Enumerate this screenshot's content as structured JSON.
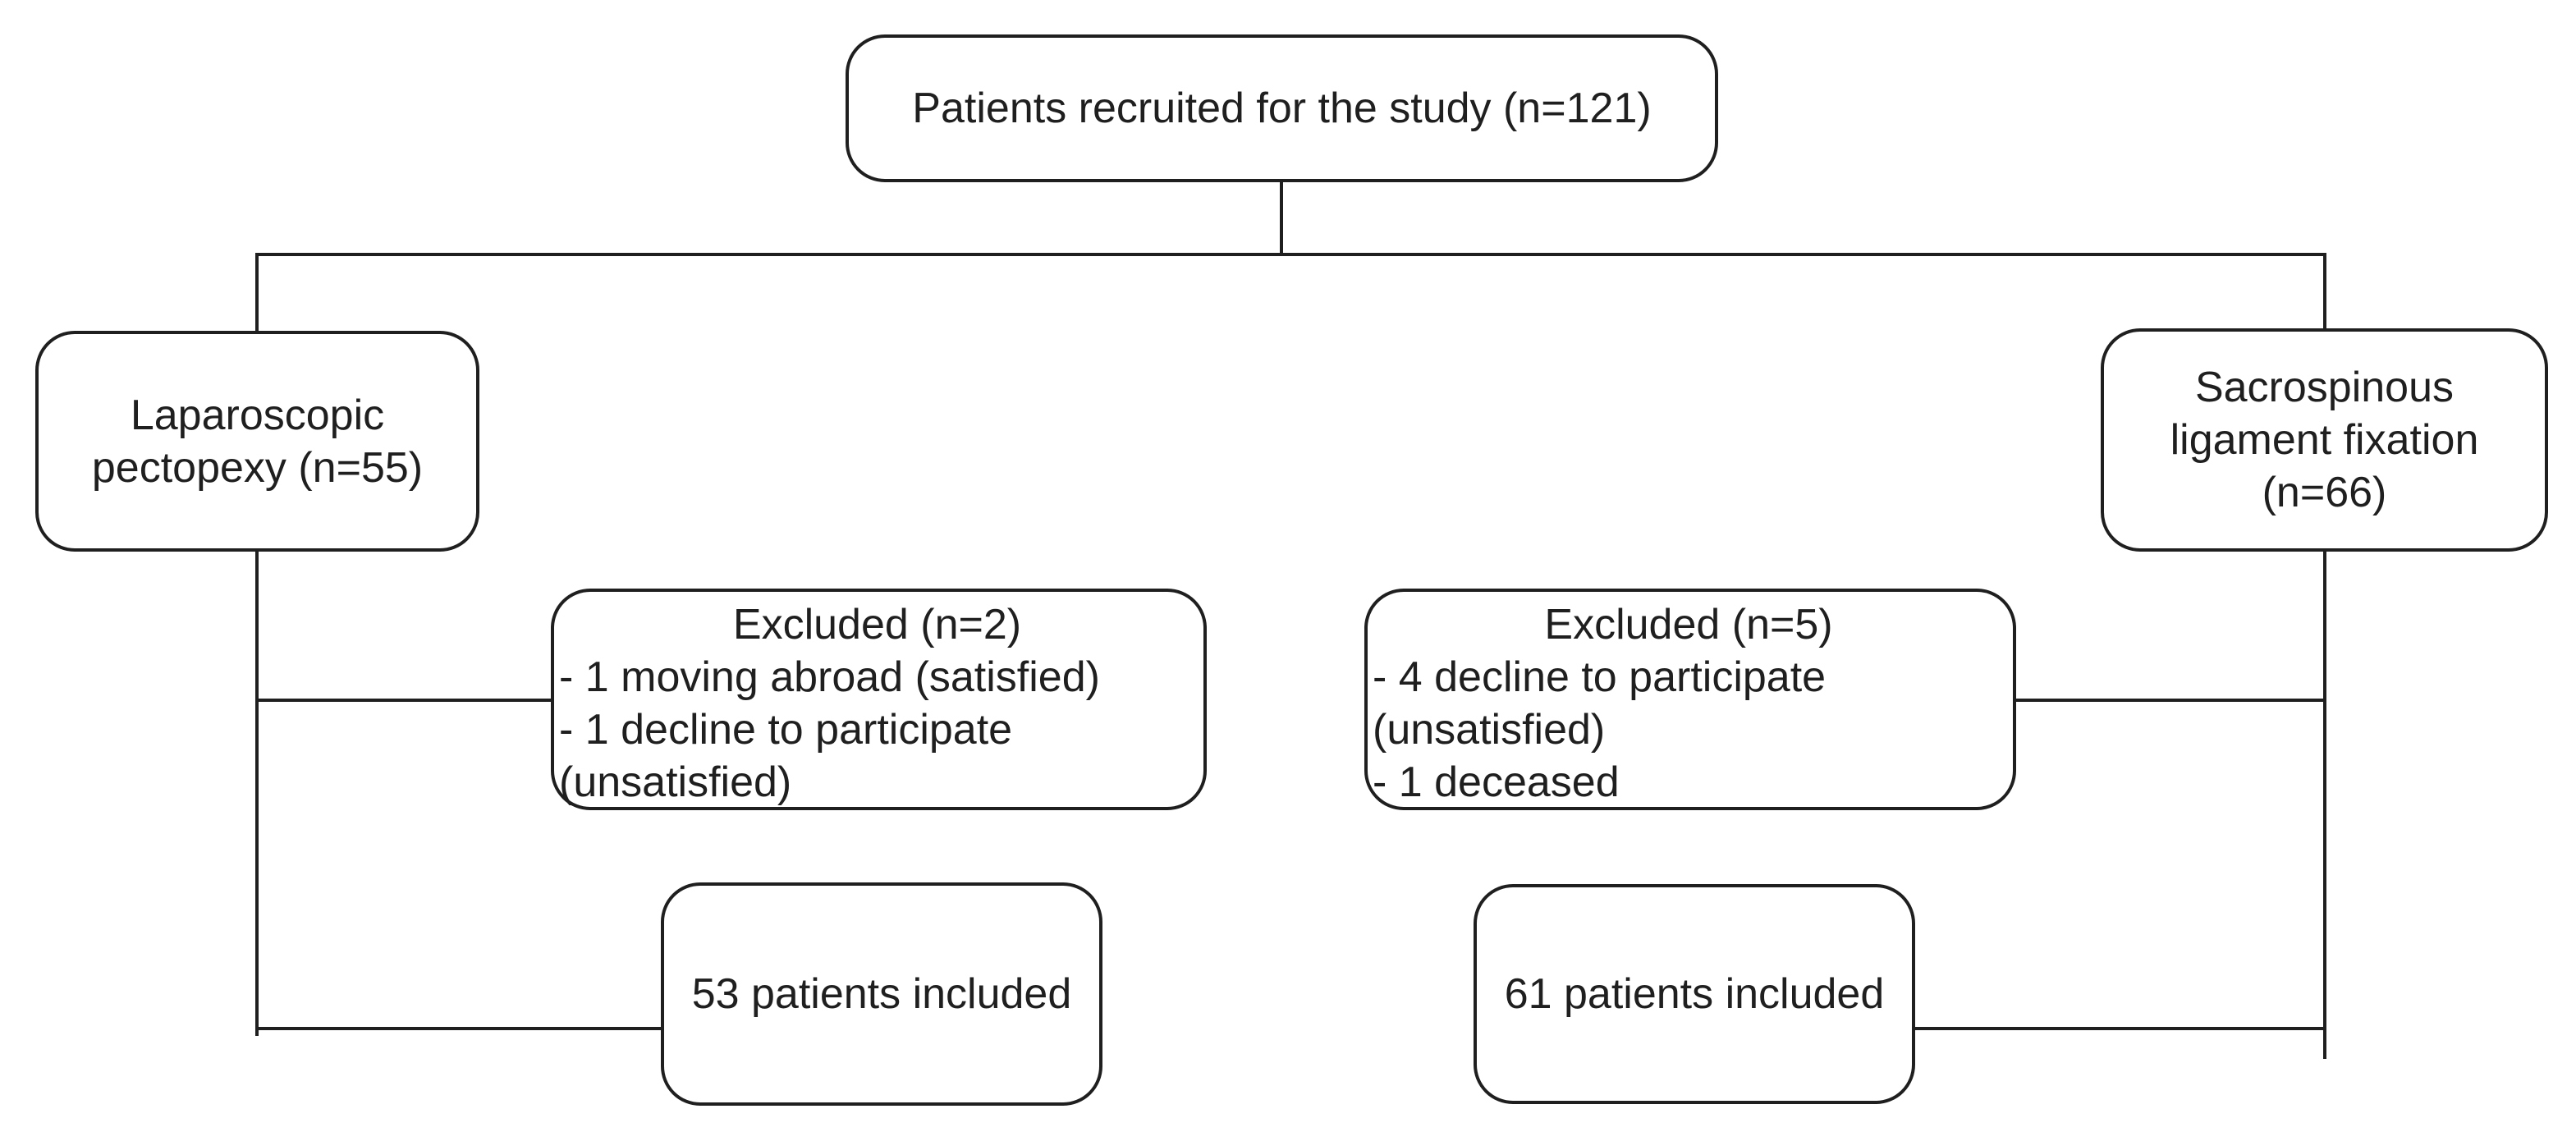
{
  "figure": {
    "background_color": "#ffffff",
    "ink_color": "#1f1f1f"
  },
  "nodes": {
    "recruited": {
      "label": "Patients recruited for the study (n=121)"
    },
    "left_arm": {
      "lines": [
        "Laparoscopic",
        "pectopexy (n=55)"
      ]
    },
    "right_arm": {
      "lines": [
        "Sacrospinous",
        "ligament fixation",
        "(n=66)"
      ]
    },
    "left_excluded": {
      "title": "Excluded (n=2)",
      "items": [
        "- 1 moving abroad (satisfied)",
        "- 1 decline to participate",
        "(unsatisfied)"
      ]
    },
    "right_excluded": {
      "title": "Excluded (n=5)",
      "items": [
        "- 4 decline to participate",
        "(unsatisfied)",
        "- 1 deceased"
      ]
    },
    "left_included": {
      "label": "53 patients included"
    },
    "right_included": {
      "label": "61 patients included"
    }
  }
}
